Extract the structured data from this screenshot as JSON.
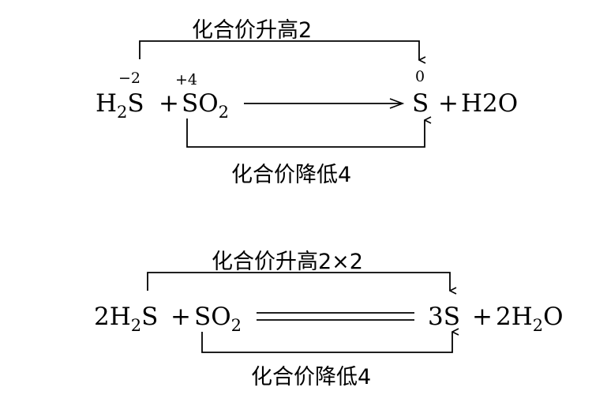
{
  "equation1": {
    "top_label": "化合价升高2",
    "bottom_label": "化合价降低4",
    "ox_h2s": "−2",
    "ox_so2": "+4",
    "ox_s": "0",
    "h2s": {
      "a": "H",
      "sub": "2",
      "b": "S"
    },
    "plus1": "+",
    "so2": {
      "a": "SO",
      "sub": "2"
    },
    "s": "S",
    "plus2": "+",
    "h2o": "H2O"
  },
  "equation2": {
    "top_label": "化合价升高2×2",
    "bottom_label": "化合价降低4",
    "h2s": {
      "a": "2H",
      "sub": "2",
      "b": "S"
    },
    "plus1": "+",
    "so2": {
      "a": "SO",
      "sub": "2"
    },
    "s": "3S",
    "plus2": "+",
    "h2o": {
      "a": "2H",
      "sub": "2",
      "b": "O"
    }
  },
  "colors": {
    "ink": "#000000",
    "background": "#ffffff"
  }
}
